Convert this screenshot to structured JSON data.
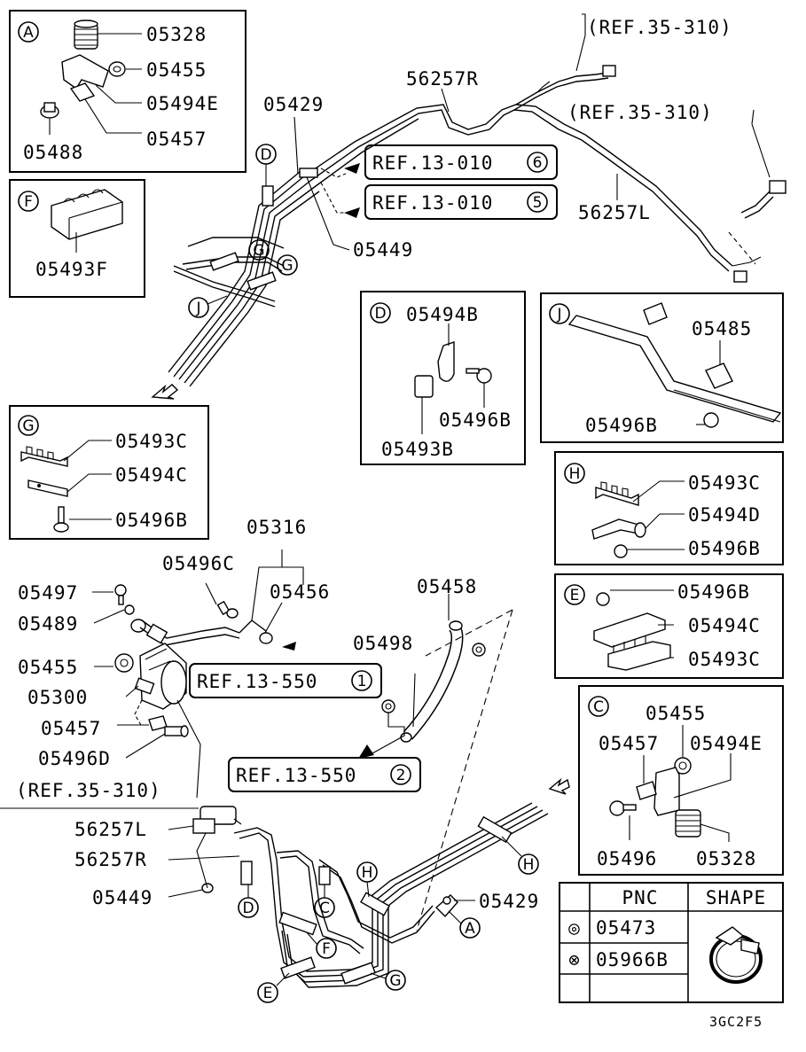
{
  "diagram_code": "3GC2F5",
  "ref_texts": {
    "ref_35_310": "(REF.35-310)",
    "ref_13_010_6": "REF.13-010",
    "ref_13_010_5": "REF.13-010",
    "ref_13_550_1": "REF.13-550",
    "ref_13_550_2": "REF.13-550"
  },
  "ref_numbers": {
    "n6": "6",
    "n5": "5",
    "n1": "1",
    "n2": "2"
  },
  "inset_A": {
    "letter": "A",
    "labels": [
      "05328",
      "05455",
      "05494E",
      "05457",
      "05488"
    ]
  },
  "inset_F": {
    "letter": "F",
    "labels": [
      "05493F"
    ]
  },
  "inset_G": {
    "letter": "G",
    "labels": [
      "05493C",
      "05494C",
      "05496B"
    ]
  },
  "inset_D": {
    "letter": "D",
    "labels": [
      "05494B",
      "05496B",
      "05493B"
    ]
  },
  "inset_J": {
    "letter": "J",
    "labels": [
      "05485",
      "05496B"
    ]
  },
  "inset_H": {
    "letter": "H",
    "labels": [
      "05493C",
      "05494D",
      "05496B"
    ]
  },
  "inset_E": {
    "letter": "E",
    "labels": [
      "05496B",
      "05494C",
      "05493C"
    ]
  },
  "inset_C": {
    "letter": "C",
    "labels": [
      "05455",
      "05457",
      "05494E",
      "05496",
      "05328"
    ]
  },
  "main_labels": {
    "l56257R_top": "56257R",
    "l05429_top": "05429",
    "l05449_top": "05449",
    "l56257L_top": "56257L",
    "l05316": "05316",
    "l05496C": "05496C",
    "l05456": "05456",
    "l05497": "05497",
    "l05489": "05489",
    "l05455": "05455",
    "l05300": "05300",
    "l05457": "05457",
    "l05496D": "05496D",
    "l05458": "05458",
    "l05498": "05498",
    "l56257L_bot": "56257L",
    "l56257R_bot": "56257R",
    "l05449_bot": "05449",
    "l05429_bot": "05429"
  },
  "callouts": [
    "D",
    "G",
    "G",
    "J",
    "D",
    "C",
    "H",
    "H",
    "A",
    "F",
    "E",
    "G"
  ],
  "table": {
    "col_pnc": "PNC",
    "col_shape": "SHAPE",
    "rows": [
      {
        "symbol": "◎",
        "pnc": "05473"
      },
      {
        "symbol": "⊗",
        "pnc": "05966B"
      }
    ]
  }
}
